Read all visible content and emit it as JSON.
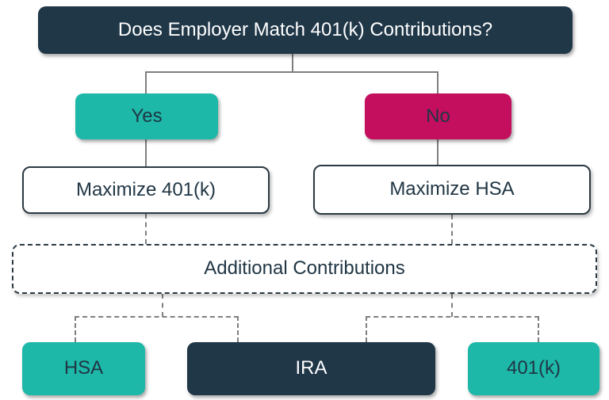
{
  "colors": {
    "navy": "#203748",
    "teal": "#1db8a8",
    "crimson": "#c40e5e",
    "line": "#7f7f7f",
    "box_border": "#2c3a43",
    "text_dark": "#203644",
    "text_light": "#ffffff",
    "background": "#ffffff"
  },
  "nodes": {
    "question": "Does Employer Match 401(k) Contributions?",
    "yes": "Yes",
    "no": "No",
    "maximize_401k": "Maximize 401(k)",
    "maximize_hsa": "Maximize HSA",
    "additional_contributions": "Additional Contributions",
    "hsa": "HSA",
    "ira": "IRA",
    "k401": "401(k)"
  }
}
